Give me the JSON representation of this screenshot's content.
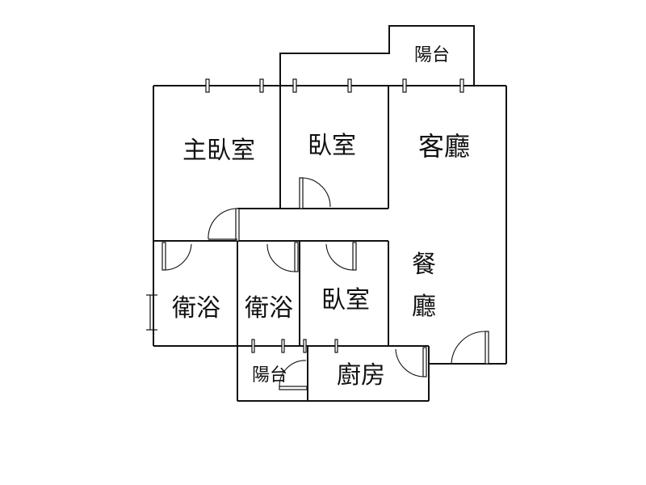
{
  "rooms": {
    "balcony_top": "陽台",
    "master_bedroom": "主臥室",
    "bedroom_north": "臥室",
    "living_room": "客廳",
    "dining_line1": "餐",
    "dining_line2": "廳",
    "bath_west": "衛浴",
    "bath_mid": "衛浴",
    "bedroom_south": "臥室",
    "balcony_bottom": "陽台",
    "kitchen": "廚房"
  }
}
